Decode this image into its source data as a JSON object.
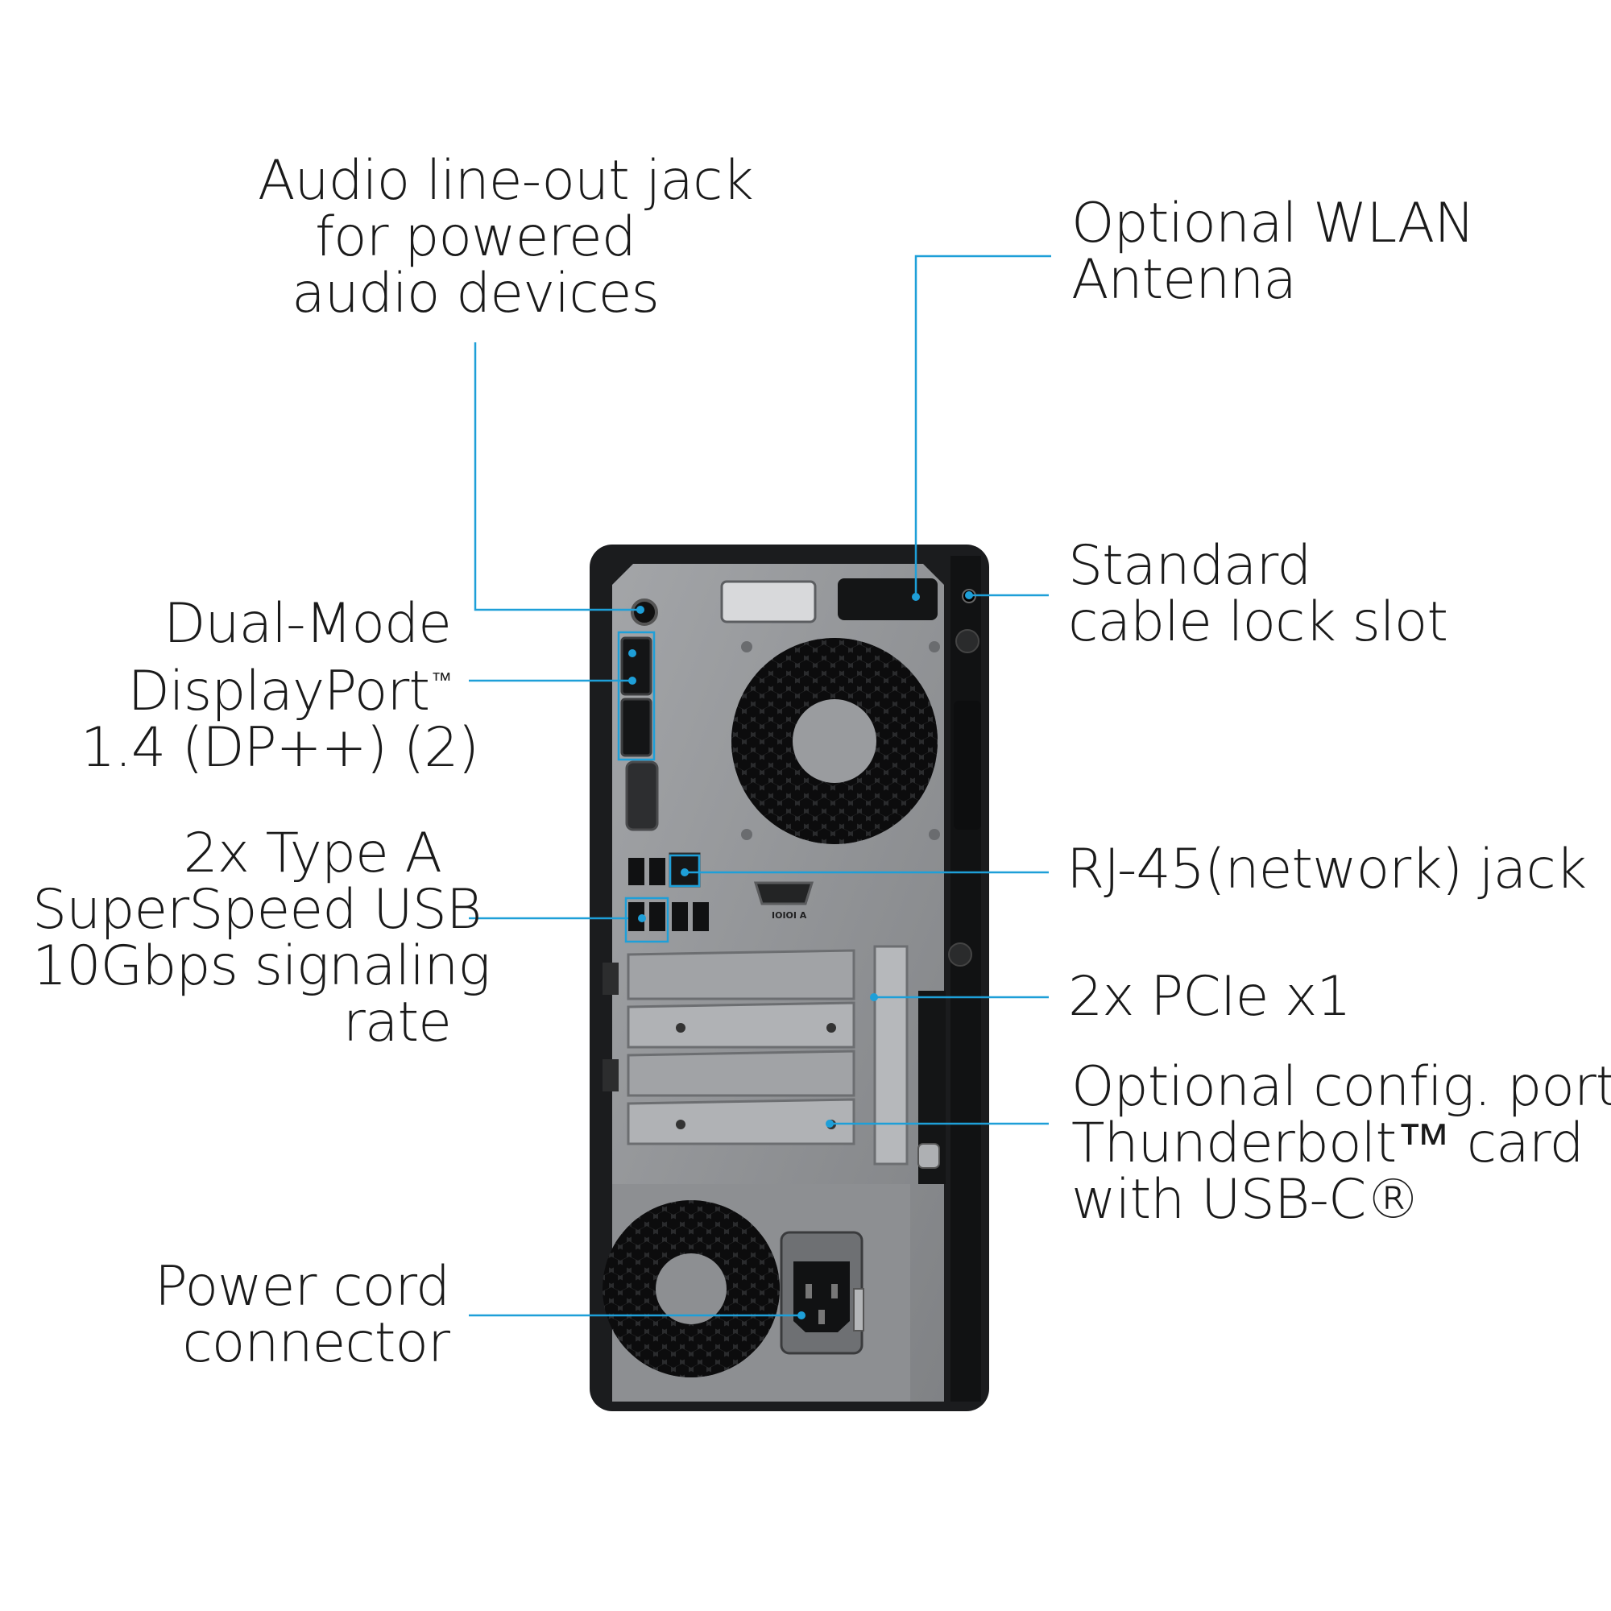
{
  "labels": {
    "audio": {
      "lines": [
        "Audio line-out jack",
        "for powered",
        "audio devices"
      ]
    },
    "wlan": {
      "lines": [
        "Optional WLAN",
        "Antenna"
      ]
    },
    "cable_lock": {
      "lines": [
        "Standard",
        "cable lock slot"
      ]
    },
    "displayport": {
      "lines": [
        "Dual-Mode",
        "DisplayPort",
        "1.4 (DP++) (2)"
      ],
      "trademark": "™"
    },
    "usb": {
      "lines": [
        "2x Type A",
        "SuperSpeed USB",
        "10Gbps signaling",
        "rate"
      ]
    },
    "rj45": {
      "lines": [
        "RJ-45(network) jack"
      ]
    },
    "pcie": {
      "lines": [
        "2x PCIe x1"
      ]
    },
    "thunderbolt": {
      "lines": [
        "Optional config. port",
        "Thunderbolt™ card",
        "with USB-C®"
      ]
    },
    "power": {
      "lines": [
        "Power cord",
        "connector"
      ]
    }
  },
  "port_markings": {
    "serial": "IOIOI A"
  },
  "colors": {
    "callout": "#1e9fd8",
    "chassis": "#1b1c1e",
    "panel": "#8e9093",
    "text": "#1a1a1a"
  }
}
